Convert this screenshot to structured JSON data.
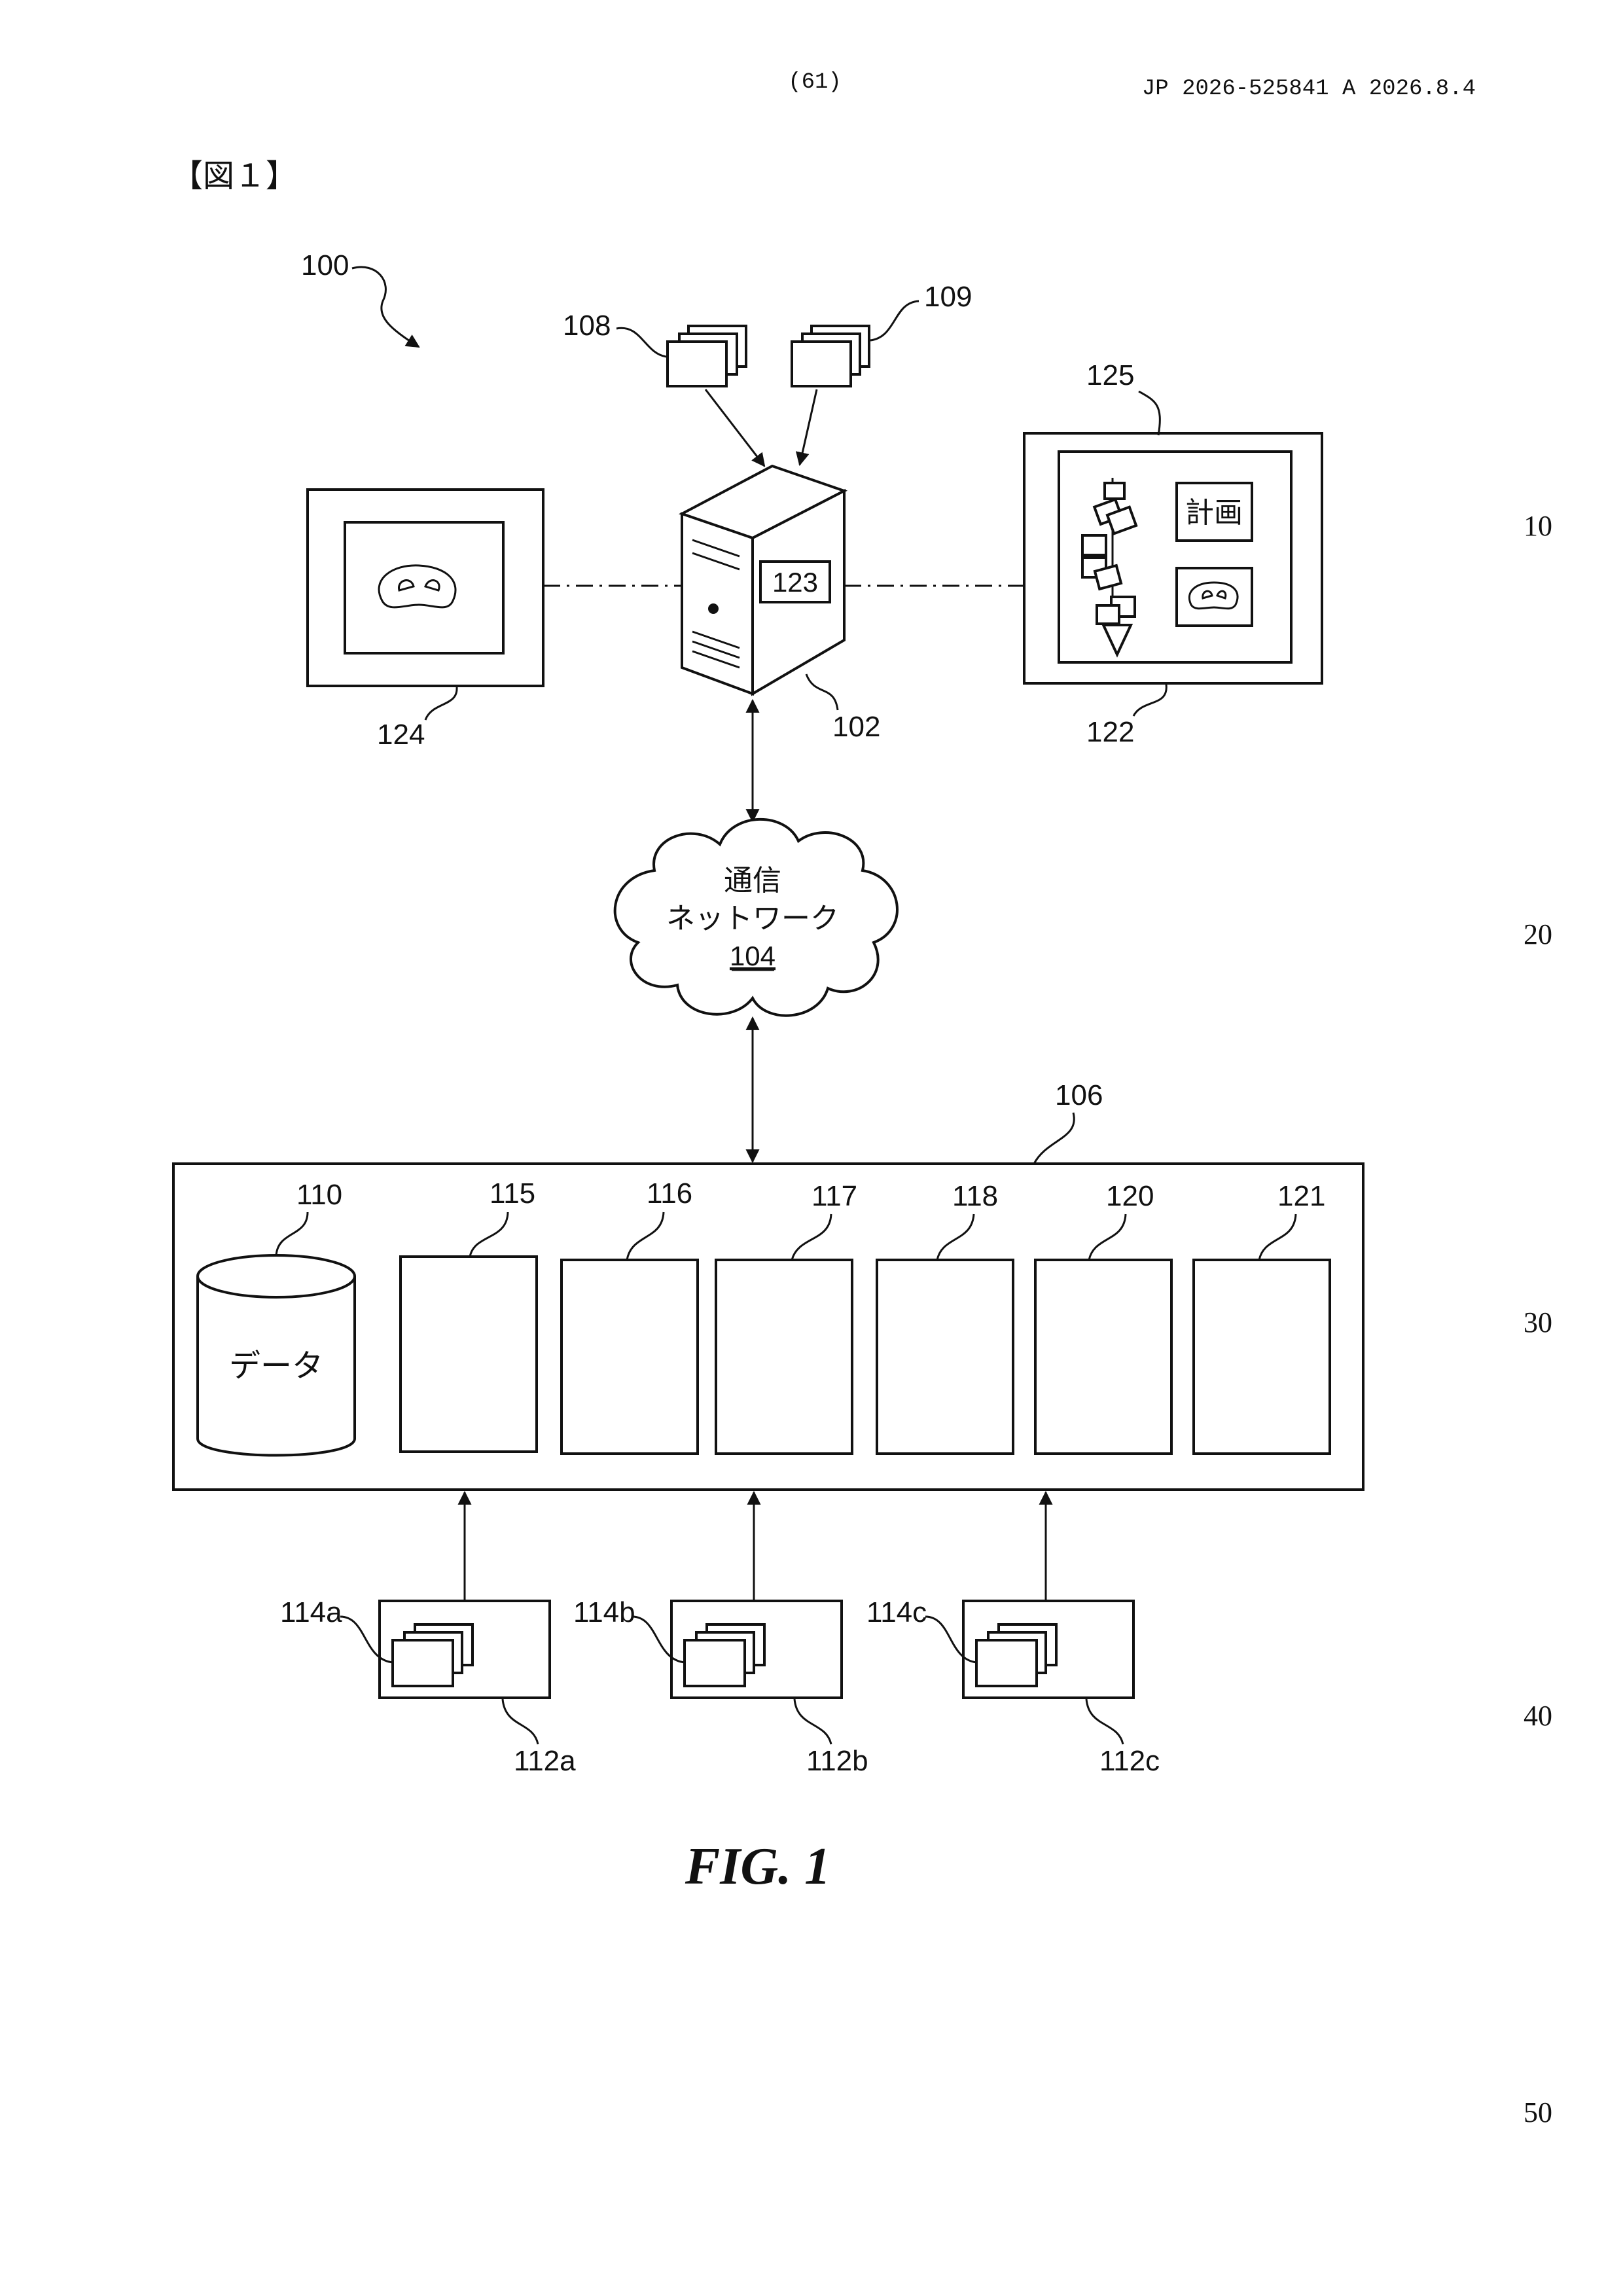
{
  "header": {
    "page_number": "(61)",
    "publication": "JP  2026-525841  A  2026.8.4"
  },
  "figure_tag": "【図１】",
  "figure_caption": "FIG. 1",
  "line_numbers": [
    "10",
    "20",
    "30",
    "40",
    "50"
  ],
  "labels": {
    "system": "100",
    "server": "102",
    "server_module": "123",
    "network_number": "104",
    "network_line1": "通信",
    "network_line2": "ネットワーク",
    "platform": "106",
    "input_a": "108",
    "input_b": "109",
    "database": "110",
    "database_text": "データ",
    "module_115": "115",
    "module_116": "116",
    "module_117": "117",
    "module_118": "118",
    "module_120": "120",
    "module_121": "121",
    "left_display": "124",
    "right_device": "122",
    "right_screen": "125",
    "plan_text": "計画",
    "src_a": "112a",
    "src_b": "112b",
    "src_c": "112c",
    "docs_a": "114a",
    "docs_b": "114b",
    "docs_c": "114c"
  }
}
